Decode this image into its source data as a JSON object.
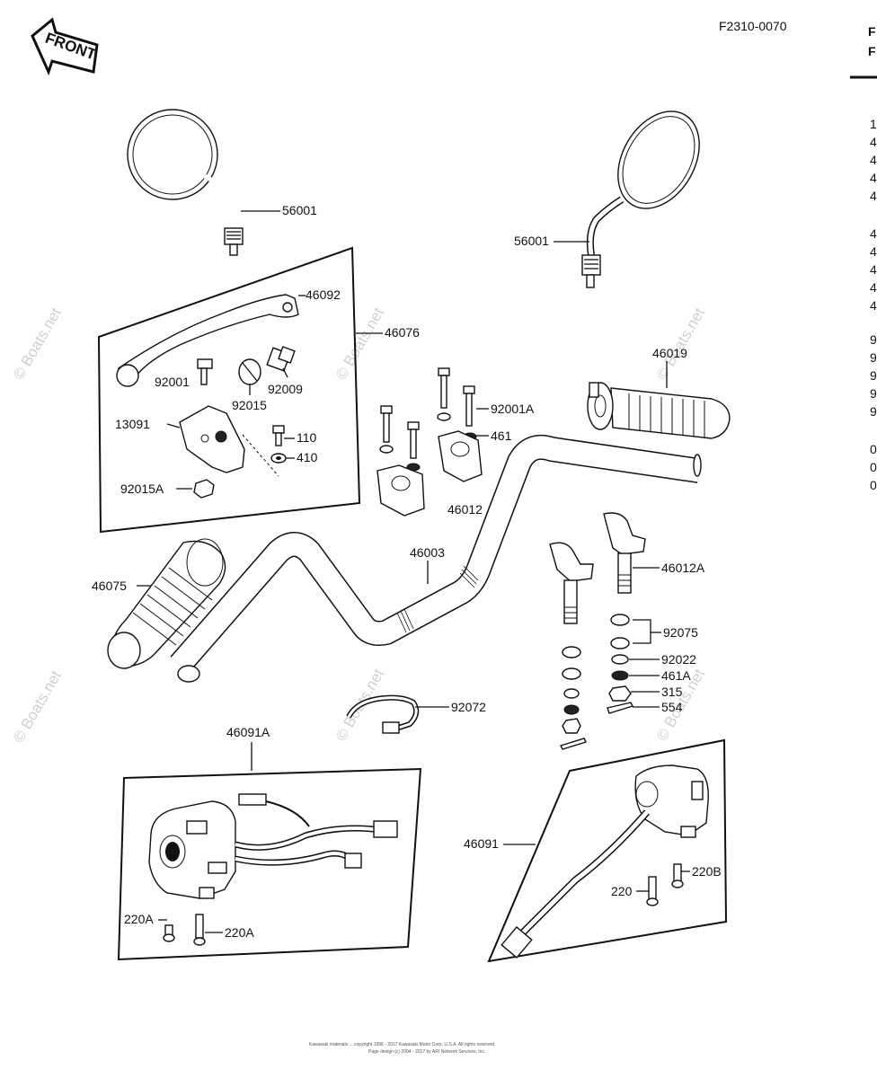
{
  "figure_code": "F2310-0070",
  "front_tag": "FRONT",
  "watermark": "© Boats.net",
  "edge_letters": [
    "F",
    "F"
  ],
  "edge_digits": [
    "1",
    "4",
    "4",
    "4",
    "4",
    "4",
    "4",
    "4",
    "4",
    "4",
    "9",
    "9",
    "9",
    "9",
    "9",
    "0",
    "0",
    "0"
  ],
  "copyright_line1": "Kawasaki materials ... copyright 1996 - 2017 Kawasaki Motor Corp. U.S.A. All rights reserved.",
  "copyright_line2": "Page design (c) 2004 - 2017 by ARI Network Services, Inc.",
  "callouts": {
    "p56001_left": "56001",
    "p56001_right": "56001",
    "p46092": "46092",
    "p46076": "46076",
    "p92001": "92001",
    "p92015": "92015",
    "p92009": "92009",
    "p13091": "13091",
    "p110": "110",
    "p410": "410",
    "p92015A": "92015A",
    "p92001A": "92001A",
    "p461": "461",
    "p46012": "46012",
    "p46019": "46019",
    "p46003": "46003",
    "p46075": "46075",
    "p46012A": "46012A",
    "p92075": "92075",
    "p92022": "92022",
    "p461A": "461A",
    "p315": "315",
    "p554": "554",
    "p92072": "92072",
    "p46091A": "46091A",
    "p220A_left": "220A",
    "p220A_right": "220A",
    "p46091": "46091",
    "p220": "220",
    "p220B": "220B"
  }
}
